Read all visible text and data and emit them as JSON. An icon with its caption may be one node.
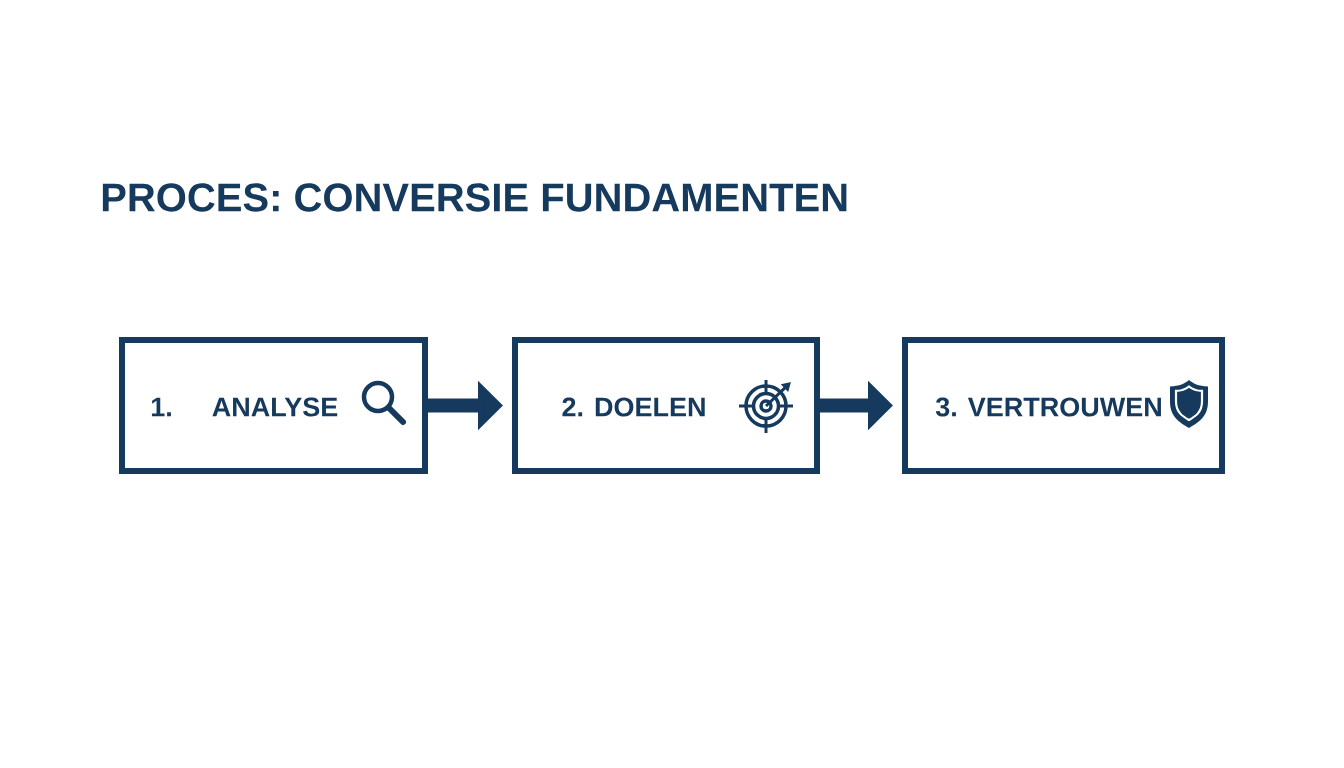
{
  "diagram": {
    "title": "PROCES: CONVERSIE FUNDAMENTEN",
    "nodes": [
      {
        "text": [
          "1.",
          "ANALYSE"
        ]
      },
      {
        "text": [
          "2. DOELEN"
        ]
      },
      {
        "text": [
          "3. VERTROUWEN"
        ]
      }
    ],
    "edges": [
      {
        "from": 0,
        "to": 1,
        "arrow": "to"
      },
      {
        "from": 1,
        "to": 2,
        "arrow": "to"
      }
    ]
  }
}
